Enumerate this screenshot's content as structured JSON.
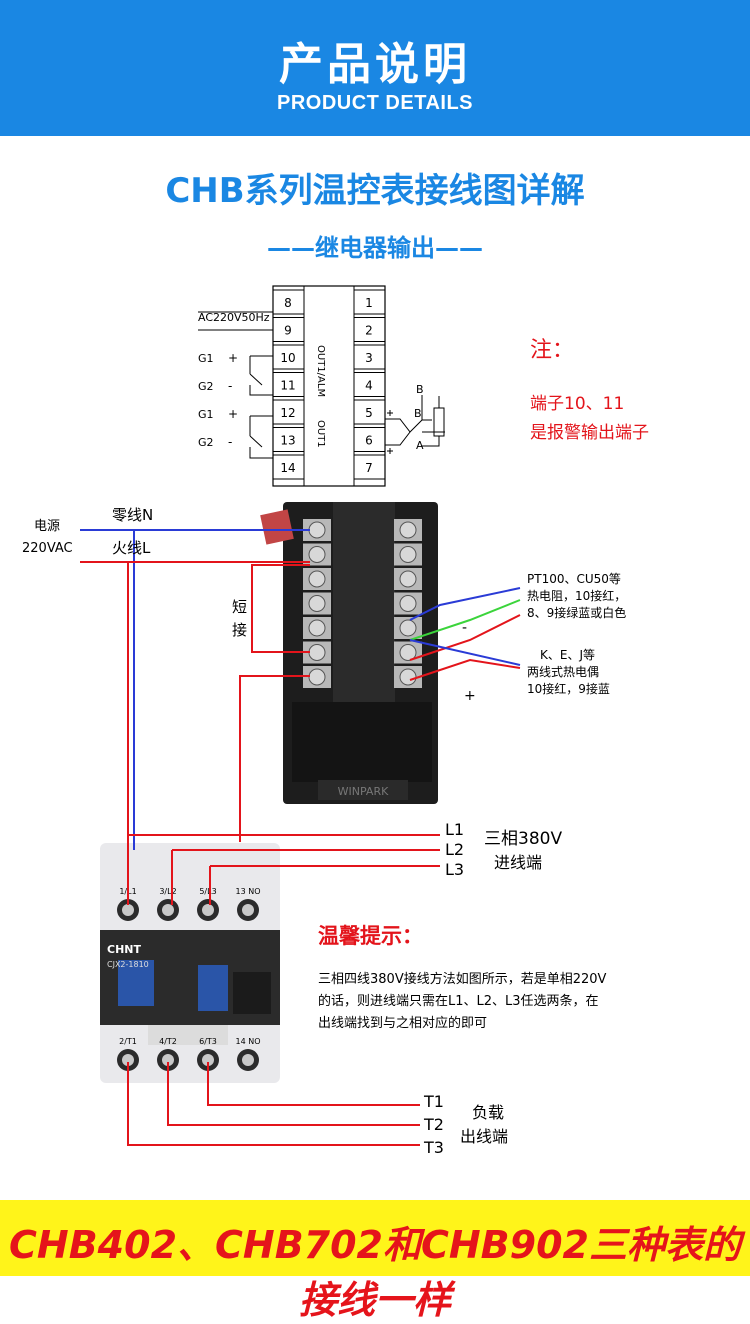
{
  "header": {
    "title": "产品说明",
    "subtitle": "PRODUCT DETAILS"
  },
  "main_title": "CHB系列温控表接线图详解",
  "section_title": "——继电器输出——",
  "schematic": {
    "ac_label": "AC220V50Hz",
    "left_terminals": [
      "8",
      "9",
      "10",
      "11",
      "12",
      "13",
      "14"
    ],
    "right_terminals": [
      "1",
      "2",
      "3",
      "4",
      "5",
      "6",
      "7"
    ],
    "left_labels": [
      {
        "name": "G1",
        "sign": "+"
      },
      {
        "name": "G2",
        "sign": "-"
      },
      {
        "name": "G1",
        "sign": "+"
      },
      {
        "name": "G2",
        "sign": "-"
      }
    ],
    "out1_label": "OUT1/ALM",
    "out2_label": "OUT1",
    "sensor_labels": [
      "B",
      "B",
      "A"
    ],
    "note_title": "注：",
    "note_lines": [
      "端子10、11",
      "是报警输出端子"
    ]
  },
  "wiring": {
    "power_label_1": "电源",
    "power_label_2": "220VAC",
    "neutral_label": "零线N",
    "live_label": "火线L",
    "short_label_1": "短",
    "short_label_2": "接",
    "device_brand": "WINPARK",
    "rtd_lines": [
      "PT100、CU50等",
      "热电阻，10接红，",
      "8、9接绿蓝或白色"
    ],
    "tc_lines": [
      "K、E、J等",
      "两线式热电偶",
      "10接红，9接蓝"
    ],
    "minus_sign": "-",
    "plus_sign": "+",
    "phase_labels": [
      "L1",
      "L2",
      "L3"
    ],
    "phase_desc_1": "三相380V",
    "phase_desc_2": "进线端",
    "load_labels": [
      "T1",
      "T2",
      "T3"
    ],
    "load_desc_1": "负载",
    "load_desc_2": "出线端",
    "contactor_brand": "CHNT",
    "contactor_model": "CJX2-1810",
    "contactor_top_terms": [
      "1/L1",
      "3/L2",
      "5/L3",
      "13 NO"
    ],
    "contactor_bottom_terms": [
      "2/T1",
      "4/T2",
      "6/T3",
      "14 NO"
    ],
    "tip_title": "温馨提示：",
    "tip_lines": [
      "三相四线380V接线方法如图所示，若是单相220V",
      "的话，则进线端只需在L1、L2、L3任选两条，在",
      "出线端找到与之相对应的即可"
    ]
  },
  "footer": "CHB402、CHB702和CHB902三种表的接线一样",
  "colors": {
    "header_blue": "#1a87e3",
    "footer_yellow": "#fff41a",
    "footer_red": "#e5141b",
    "wire_red": "#e3141b",
    "wire_blue": "#2a3bd6",
    "wire_green": "#3bd43b"
  }
}
